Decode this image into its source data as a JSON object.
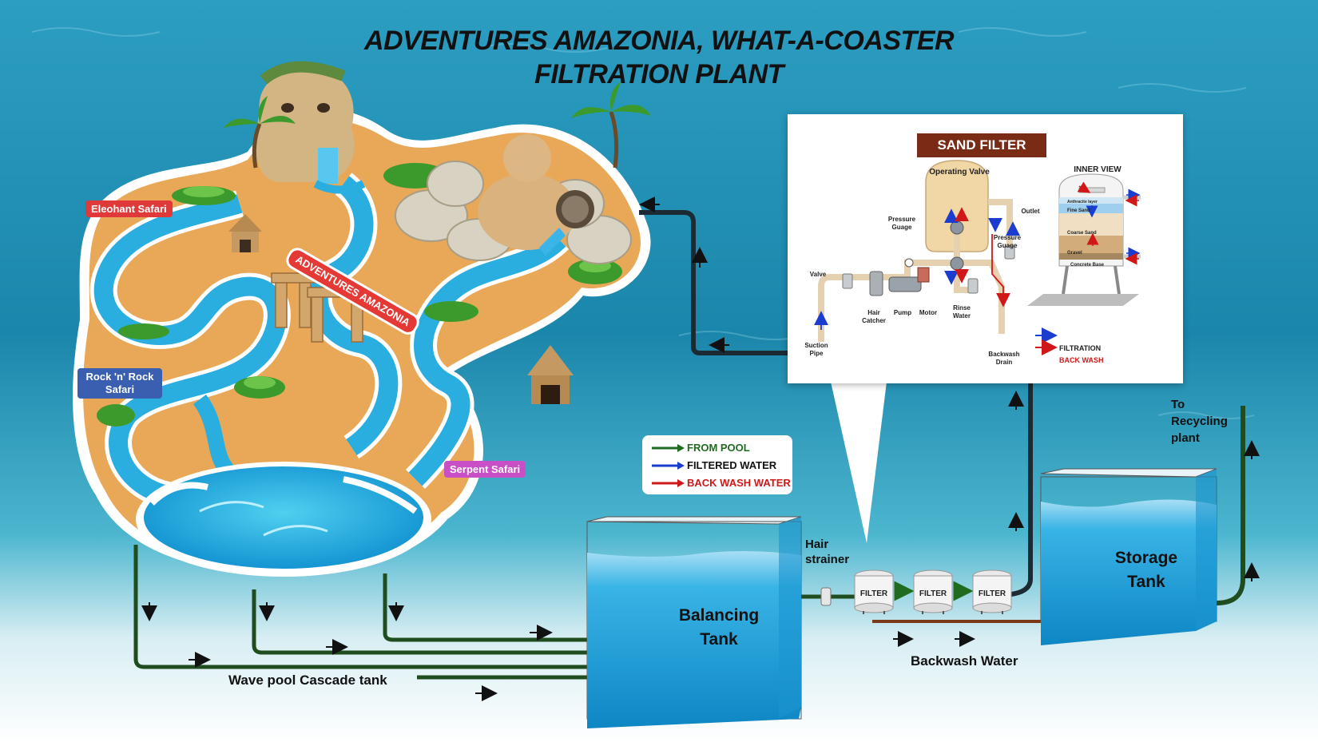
{
  "title": {
    "line1": "ADVENTURES AMAZONIA, WHAT-A-COASTER",
    "line2": "FILTRATION PLANT"
  },
  "park": {
    "banner": "ADVENTURES AMAZONIA",
    "elephant_safari": "Eleohant Safari",
    "rock_safari_line1": "Rock 'n' Rock",
    "rock_safari_line2": "Safari",
    "serpent_safari": "Serpent Safari",
    "wave_pool": "Wave pool Cascade tank",
    "tag_colors": {
      "elephant": "#e0393a",
      "rock": "#3a5fb0",
      "serpent": "#c84fc6"
    }
  },
  "tanks": {
    "balancing_line1": "Balancing",
    "balancing_line2": "Tank",
    "storage_line1": "Storage",
    "storage_line2": "Tank"
  },
  "labels": {
    "hair_strainer_line1": "Hair",
    "hair_strainer_line2": "strainer",
    "filter": "FILTER",
    "backwash_water": "Backwash Water",
    "recycling_line1": "To",
    "recycling_line2": "Recycling",
    "recycling_line3": "plant"
  },
  "legend": {
    "from_pool": "FROM POOL",
    "filtered_water": "FILTERED WATER",
    "back_wash_water": "BACK WASH WATER",
    "colors": {
      "from_pool": "#1f6b1f",
      "filtered": "#1a3ccf",
      "back_wash": "#d01818"
    }
  },
  "sand_filter": {
    "title": "SAND FILTER",
    "operating_valve": "Operating Valve",
    "inner_view": "INNER VIEW",
    "pressure_guage_left_line1": "Pressure",
    "pressure_guage_left_line2": "Guage",
    "outlet": "Outlet",
    "pressure_guage_right_line1": "Pressure",
    "pressure_guage_right_line2": "Guage",
    "valve": "Valve",
    "hair_catcher_line1": "Hair",
    "hair_catcher_line2": "Catcher",
    "pump": "Pump",
    "motor": "Motor",
    "rinse_water_line1": "Rinse",
    "rinse_water_line2": "Water",
    "suction_pipe_line1": "Suction",
    "suction_pipe_line2": "Pipe",
    "backwash_drain_line1": "Backwash",
    "backwash_drain_line2": "Drain",
    "layers": [
      "Anthracite layer",
      "Fine Sand",
      "Coarse Sand",
      "Gravel",
      "Concrete Base"
    ],
    "legend_filtration": "FILTRATION",
    "legend_back_wash": "BACK WASH"
  },
  "colors": {
    "ocean_top": "#1f8fb5",
    "ocean_bottom": "#ffffff",
    "pipe_green": "#1f4d1f",
    "pipe_dark": "#1c2a33",
    "tank_water": "#1aa6dc"
  }
}
